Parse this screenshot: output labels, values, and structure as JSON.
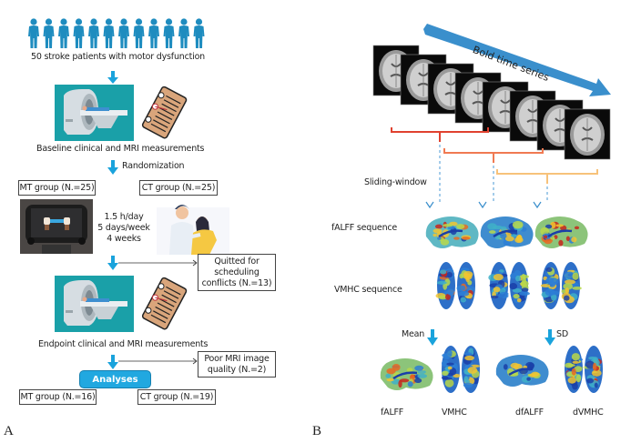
{
  "panel_a": {
    "label": "A",
    "patients_text": "50 stroke patients with motor dysfunction",
    "patient_icon_count": 12,
    "baseline_text": "Baseline clinical and MRI measurements",
    "randomization_text": "Randomization",
    "mt_group_start": "MT group (N.=25)",
    "ct_group_start": "CT group (N.=25)",
    "schedule": [
      "1.5 h/day",
      "5 days/week",
      "4 weeks"
    ],
    "quit_box": [
      "Quitted for",
      "scheduling",
      "conflicts (N.=13)"
    ],
    "endpoint_text": "Endpoint clinical and MRI measurements",
    "poor_mri_box": [
      "Poor MRI image",
      "quality (N.=2)"
    ],
    "analyses_label": "Analyses",
    "mt_group_end": "MT group (N.=16)",
    "ct_group_end": "CT group (N.=19)"
  },
  "panel_b": {
    "label": "B",
    "time_series_label": "Bold time series",
    "sliding_window_label": "Sliding-window",
    "falff_seq_label": "fALFF sequence",
    "vmhc_seq_label": "VMHC sequence",
    "mean_label": "Mean",
    "sd_label": "SD",
    "result_labels": [
      "fALFF",
      "VMHC",
      "dfALFF",
      "dVMHC"
    ],
    "window_colors": [
      "#e0412f",
      "#f07a52",
      "#f7c27a"
    ]
  },
  "colors": {
    "arrow_blue": "#1aa3dc",
    "person_blue": "#1e8cbf",
    "scanner_teal": "#1aa0a8",
    "time_arrow": "#3a8fcc",
    "analyses_fill": "#21a8e0"
  }
}
